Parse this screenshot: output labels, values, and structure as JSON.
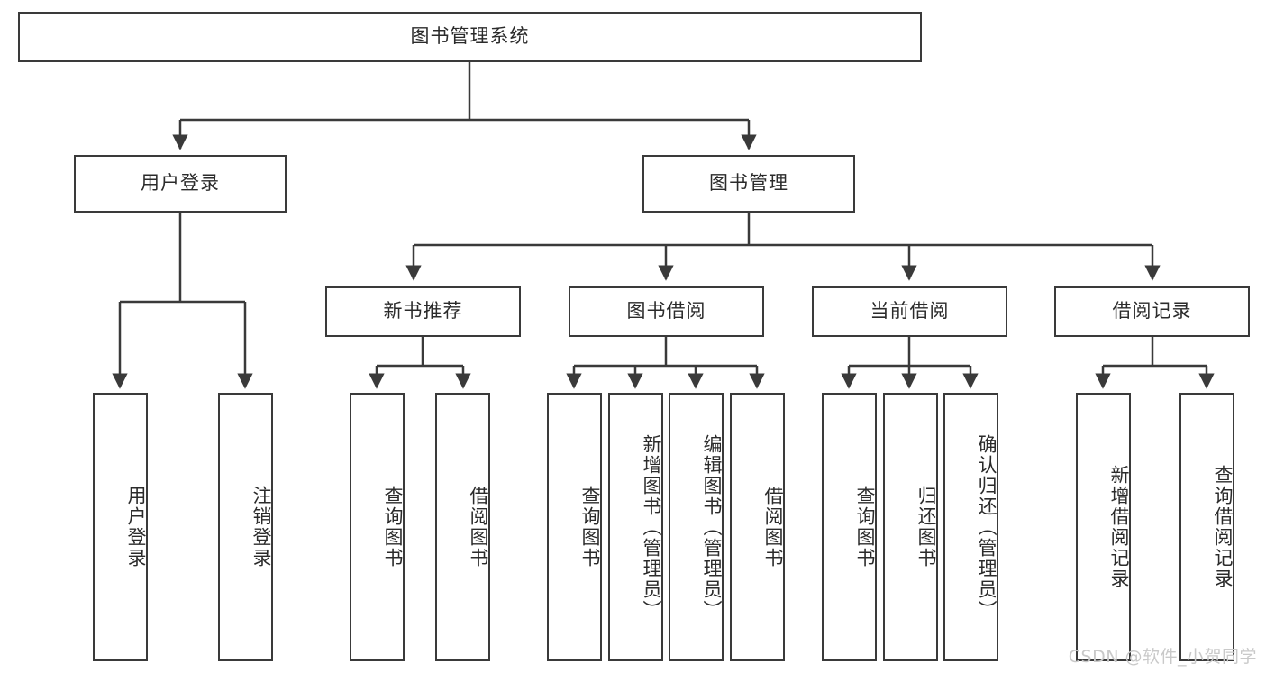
{
  "diagram": {
    "title": "图书管理系统",
    "type": "tree-hierarchy-chart",
    "background_color": "#ffffff",
    "line_color": "#3a3a3a",
    "text_color": "#2b2b2b",
    "root": {
      "label": "图书管理系统"
    },
    "level1": [
      {
        "label": "用户登录"
      },
      {
        "label": "图书管理"
      }
    ],
    "level2": [
      {
        "label": "新书推荐",
        "parent": "图书管理"
      },
      {
        "label": "图书借阅",
        "parent": "图书管理"
      },
      {
        "label": "当前借阅",
        "parent": "图书管理"
      },
      {
        "label": "借阅记录",
        "parent": "图书管理"
      }
    ],
    "leaves": [
      {
        "label": "用户登录",
        "parent": "用户登录"
      },
      {
        "label": "注销登录",
        "parent": "用户登录"
      },
      {
        "label": "查询图书",
        "parent": "新书推荐"
      },
      {
        "label": "借阅图书",
        "parent": "新书推荐"
      },
      {
        "label": "查询图书",
        "parent": "图书借阅"
      },
      {
        "label": "新增图书（管理员）",
        "parent": "图书借阅"
      },
      {
        "label": "编辑图书（管理员）",
        "parent": "图书借阅"
      },
      {
        "label": "借阅图书",
        "parent": "图书借阅"
      },
      {
        "label": "查询图书",
        "parent": "当前借阅"
      },
      {
        "label": "归还图书",
        "parent": "当前借阅"
      },
      {
        "label": "确认归还（管理员）",
        "parent": "当前借阅"
      },
      {
        "label": "新增借阅记录",
        "parent": "借阅记录"
      },
      {
        "label": "查询借阅记录",
        "parent": "借阅记录"
      }
    ],
    "watermark": "CSDN @软件_小贺同学"
  }
}
